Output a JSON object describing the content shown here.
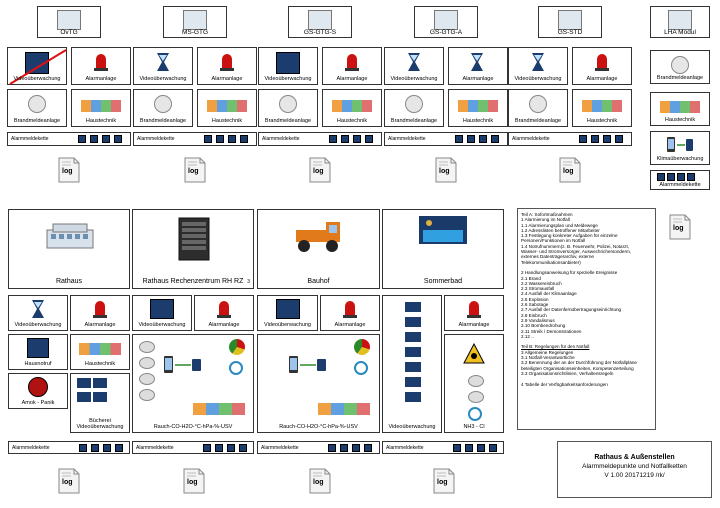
{
  "sites_top": [
    {
      "name": "OvTG",
      "t1": "Videoüberwachung",
      "t2": "Alarmanlage",
      "t3": "Brandmeldeanlage",
      "t4": "Haustechnik",
      "alarm": "Alarmmeldekette"
    },
    {
      "name": "MS-GTG",
      "t1": "Videoüberwachung",
      "t2": "Alarmanlage",
      "t3": "Brandmeldeanlage",
      "t4": "Haustechnik",
      "alarm": "Alarmmeldekette"
    },
    {
      "name": "GS-GTG-S",
      "t1": "Videoüberwachung",
      "t2": "Alarmanlage",
      "t3": "Brandmeldeanlage",
      "t4": "Haustechnik",
      "alarm": "Alarmmeldekette"
    },
    {
      "name": "GS-GTG-A",
      "t1": "Videoüberwachung",
      "t2": "Alarmanlage",
      "t3": "Brandmeldeanlage",
      "t4": "Haustechnik",
      "alarm": "Alarmmeldekette"
    },
    {
      "name": "GS-STD",
      "t1": "Videoüberwachung",
      "t2": "Alarmanlage",
      "t3": "Brandmeldeanlage",
      "t4": "Haustechnik",
      "alarm": "Alarmmeldekette"
    }
  ],
  "lha": {
    "name": "LHA Modul",
    "t1": "Brandmeldeanlage",
    "t2": "Haustechnik",
    "t3": "Klimaüberwachung",
    "alarm": "Alarmmeldekette"
  },
  "log_label": "log",
  "buildings": {
    "rathaus": "Rathaus",
    "rz": "Rathaus Rechenzentrum RH RZ",
    "rz_num": "3",
    "bauhof": "Bauhof",
    "sommerbad": "Sommerbad"
  },
  "lower": {
    "video": "Videoüberwachung",
    "alarm": "Alarmanlage",
    "hausnotruf": "Hausnotruf",
    "haustechnik": "Haustechnik",
    "amok": "Amok - Panik",
    "buecherei": "Bücherei\nVideoüberwachung",
    "rauch": "Rauch-CO-H2O-°C-hPa-%-USV",
    "nh3": "NH3 - Cl",
    "alarm_chain": "Alarmmeldekette"
  },
  "notes": [
    "Teil A: Sofortmaßnahmen",
    "1      Alarmierung im Notfall",
    "1.1    Alarmierungsplan und Meldewege",
    "1.2    Adresslisten betroffener Mitarbeiter",
    "1.3    Festlegung konkreter Aufgaben für einzelne",
    "Personen/Funktionen im Notfall",
    "1.4    Notrufnummern(z. B. Feuerwehr, Polizei, Notarzt,",
    "Wasser- und Stromversorger, Auswechrichersonderm,",
    "externes Datenträgerarchiv, externe",
    "Telekommunikationsanbieter)",
    "",
    "2      Handlungsanweisung für spezielle Ereignisse",
    "2.1    Brand",
    "2.2    Wassereinbruch",
    "2.3    Stromausfall",
    "2.4    Ausfall der Klimaanlage",
    "2.5    Explosion",
    "2.6    Sabotage",
    "2.7    Ausfall der Datenfernübertragungseinrichtung",
    "2.8    Einbruch",
    "2.9    Vandalismus",
    "2.10 Bombendrohung",
    "2.11 Streik / Demonstrationen",
    "2.12 ..",
    "",
    "Teil B: Regelungen für den Notfall",
    "3      Allgemeine Regelungen",
    "3.1    Notfall-Verantwortliche",
    "3.2    Benennung der an der Durchführung der Notfallpläne",
    "beteiligten Organisationseinheiten, Kompetenzerteilung",
    "3.3    Organisationsrichtlinien, Verhaltensregeln",
    "",
    "4      Tabelle der Verfügbarkeitsanforderungen"
  ],
  "title": {
    "line1": "Rathaus & Außenstellen",
    "line2": "Alarmmeldepunkte und Notfallketten",
    "line3": "V 1.00 20171219 /rk/"
  },
  "colors": {
    "accent": "#1d3c6e",
    "alarm_red": "#cc1111",
    "dark": "#333333"
  }
}
